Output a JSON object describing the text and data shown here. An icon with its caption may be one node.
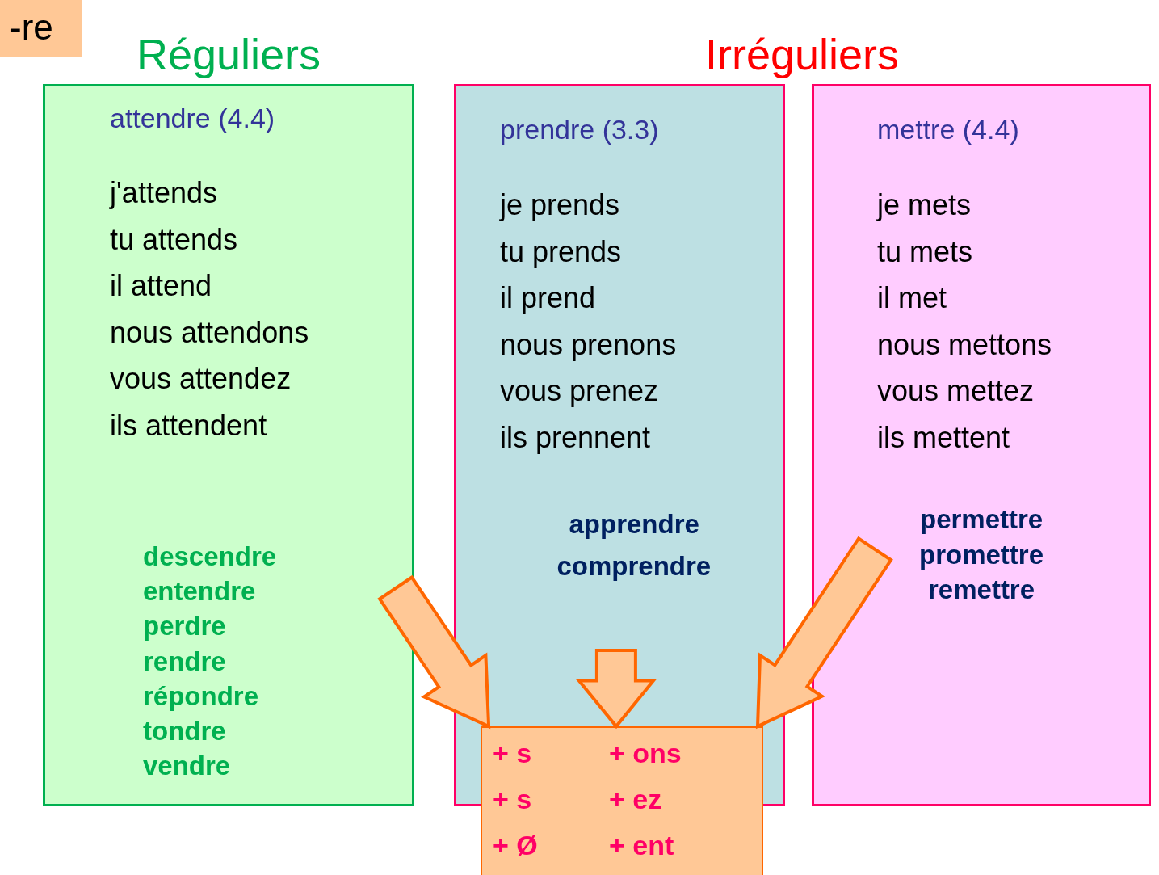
{
  "diagram": {
    "nodes": [
      {
        "text": [
          "-re"
        ]
      },
      {
        "text": [
          "attendre (4.4)",
          "j'attends",
          "tu attends",
          "il attend",
          "nous attendons",
          "vous attendez",
          "ils attendent",
          "descendre",
          "entendre",
          "perdre",
          "rendre",
          "répondre",
          "tondre",
          "vendre"
        ]
      },
      {
        "text": [
          "prendre (3.3)",
          "je prends",
          "tu prends",
          "il prend",
          "nous prenons",
          "vous prenez",
          "ils prennent",
          "apprendre",
          "comprendre"
        ]
      },
      {
        "text": [
          "mettre (4.4)",
          "je mets",
          "tu mets",
          "il met",
          "nous mettons",
          "vous mettez",
          "ils mettent",
          "permettre",
          "promettre",
          "remettre"
        ]
      },
      {
        "text": [
          "+ s",
          "+ ons",
          "+ s",
          "+ ez",
          "+ Ø",
          "+ ent"
        ]
      }
    ],
    "edges": [
      {
        "from": 1,
        "to": 4,
        "arrow": "to"
      },
      {
        "from": 2,
        "to": 4,
        "arrow": "to"
      },
      {
        "from": 3,
        "to": 4,
        "arrow": "to"
      }
    ],
    "labels": [
      "Réguliers",
      "Irréguliers"
    ]
  }
}
